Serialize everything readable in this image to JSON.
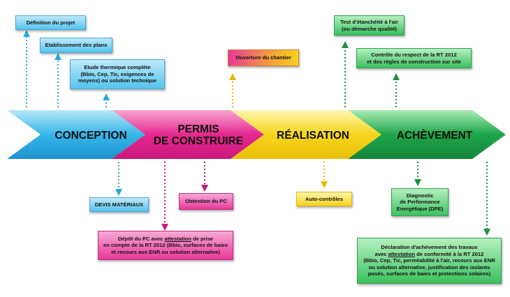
{
  "colors": {
    "conception": "#36b6e8",
    "permis": "#e6288f",
    "realisation": "#f6d51c",
    "achevement": "#1ea54a"
  },
  "stages": {
    "conception": "CONCEPTION",
    "permis_line1": "PERMIS",
    "permis_line2": "DE CONSTRUIRE",
    "realisation": "RÉALISATION",
    "achevement": "ACHÈVEMENT"
  },
  "boxes": {
    "definition": "Définition du projet",
    "etablissement": "Etablissement des plans",
    "etude_l1": "Etude thermique complète",
    "etude_l2": "(Bbio, Cep, Tic, exigences de",
    "etude_l3": "moyens) ou solution technique",
    "devis": "DEVIS MATÉRIAUX",
    "depot_l1_a": "Dépôt du PC avec ",
    "depot_l1_b": "attestation",
    "depot_l1_c": " de prise",
    "depot_l2": "en compte de la RT 2012 (Bbio, surfaces de baies",
    "depot_l3": "et recours aux ENR ou solution alternative)",
    "obtention": "Obtention du PC",
    "ouverture": "Ouverture du chantier",
    "auto": "Auto-contrôles",
    "test_l1": "Test d'étanchéité à l'air",
    "test_l2": "(ou démarche qualité)",
    "controle_l1": "Contrôle du respect de la RT 2012",
    "controle_l2": "et des règles de construction sur site",
    "dpe_l1": "Diagnostic",
    "dpe_l2": "de Performance",
    "dpe_l3": "Energétique (DPE)",
    "decl_l1": "Déclaration d'achèvement des travaux",
    "decl_l2_a": "avec ",
    "decl_l2_b": "attestation",
    "decl_l2_c": " de conformité à la RT 2012",
    "decl_l3": "(Bbio, Cep, Tic, perméabilité à l'air, recours aux ENR",
    "decl_l4": "ou solution alternative, justification des isolants",
    "decl_l5": "posés, surfaces de baies et protections solaires)"
  }
}
